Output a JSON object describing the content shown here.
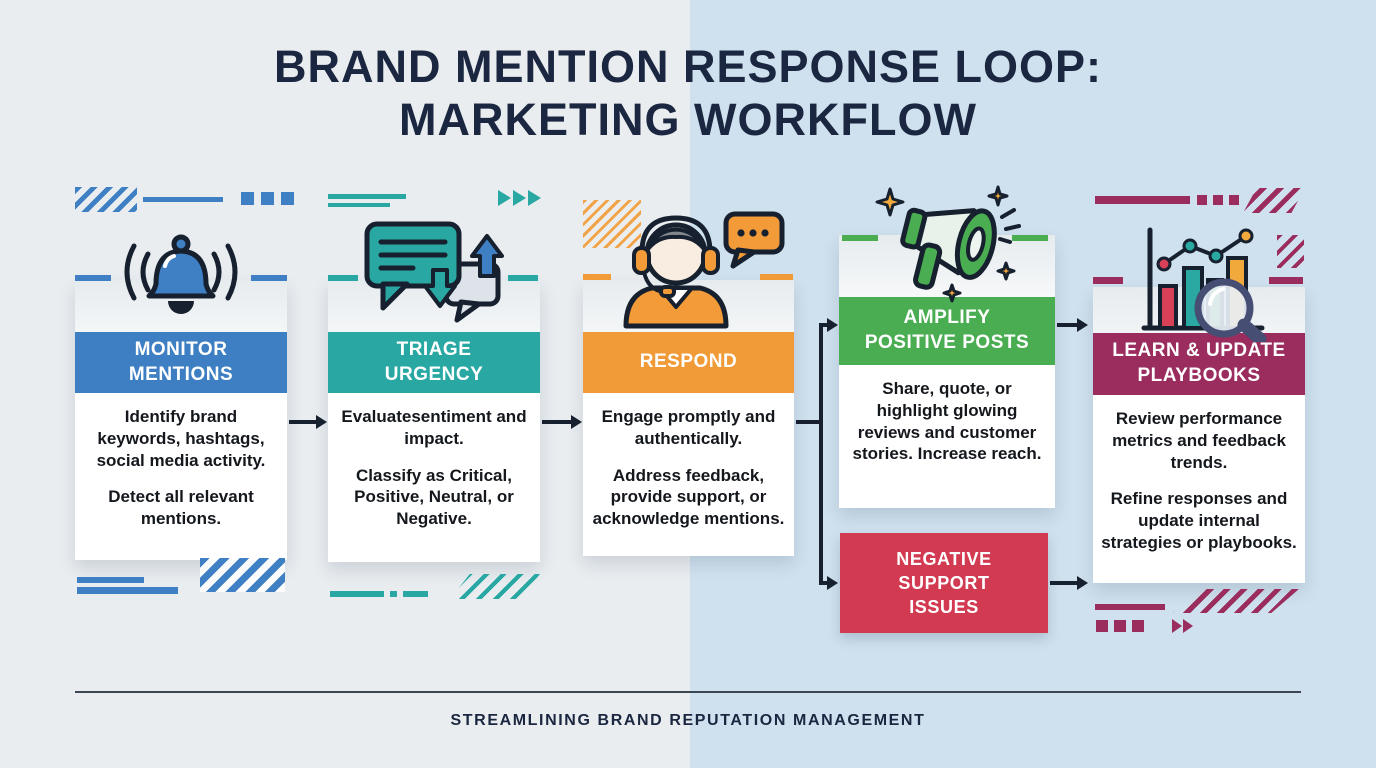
{
  "background": {
    "left_color": "#e9edf0",
    "right_color": "#cfe1ee"
  },
  "title": {
    "line1": "BRAND MENTION RESPONSE LOOP:",
    "line2": "MARKETING WORKFLOW",
    "color": "#1b2740"
  },
  "steps": [
    {
      "id": "monitor",
      "title": "MONITOR MENTIONS",
      "accent": "#3d7fc2",
      "icon": "bell-icon",
      "body": [
        "Identify brand keywords, hashtags, social media activity.",
        "Detect all relevant mentions."
      ]
    },
    {
      "id": "triage",
      "title": "TRIAGE URGENCY",
      "accent": "#29a8a3",
      "icon": "chat-arrows-icon",
      "body": [
        "Evaluatesentiment and impact.",
        "Classify as Critical, Positive, Neutral, or Negative."
      ]
    },
    {
      "id": "respond",
      "title": "RESPOND",
      "accent": "#f09b38",
      "icon": "support-agent-icon",
      "body": [
        "Engage promptly and authentically.",
        "Address feedback, provide support, or acknowledge mentions."
      ]
    },
    {
      "id": "amplify",
      "title": "AMPLIFY POSITIVE POSTS",
      "accent": "#4bad52",
      "icon": "megaphone-icon",
      "body": [
        "Share, quote, or highlight glowing reviews and customer stories. Increase reach."
      ]
    },
    {
      "id": "learn",
      "title": "LEARN & UPDATE PLAYBOOKS",
      "accent": "#9a2c5e",
      "icon": "chart-magnifier-icon",
      "body": [
        "Review performance metrics and feedback trends.",
        "Refine responses and update internal strategies or playbooks."
      ]
    }
  ],
  "negative_branch": {
    "title": "NEGATIVE SUPPORT ISSUES",
    "accent": "#d23a52"
  },
  "arrow_color": "#16202e",
  "footer": {
    "caption": "STREAMLINING BRAND REPUTATION MANAGEMENT"
  }
}
